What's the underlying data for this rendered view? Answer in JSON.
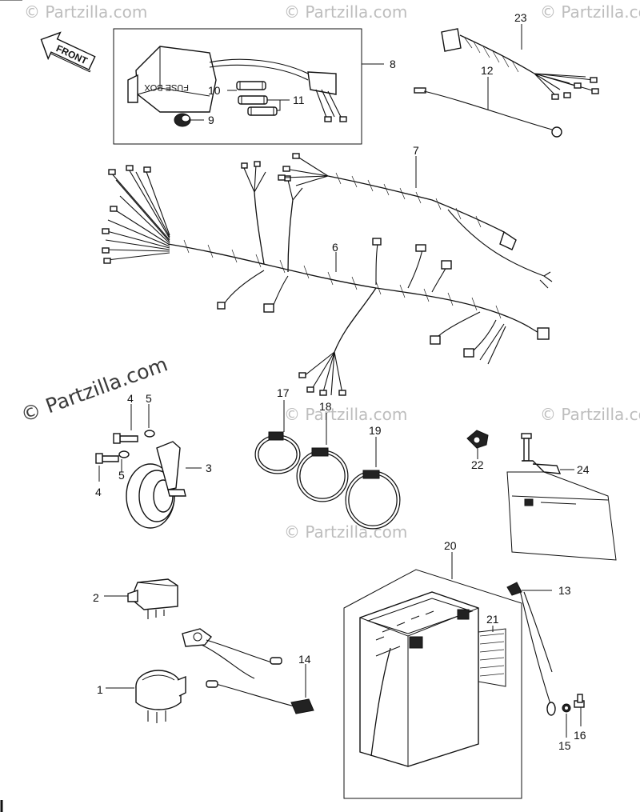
{
  "watermarks": {
    "main": "© Partzilla.com",
    "faint": "© Partzilla.com"
  },
  "front_arrow_label": "FRONT",
  "fuse_box_label": "FUSE BOX",
  "callouts": {
    "c1": "1",
    "c2": "2",
    "c3": "3",
    "c4a": "4",
    "c4b": "4",
    "c5a": "5",
    "c5b": "5",
    "c6": "6",
    "c7": "7",
    "c8": "8",
    "c9": "9",
    "c10": "10",
    "c11": "11",
    "c12": "12",
    "c13": "13",
    "c14": "14",
    "c15": "15",
    "c16": "16",
    "c17": "17",
    "c18": "18",
    "c19": "19",
    "c20": "20",
    "c21": "21",
    "c22": "22",
    "c23": "23",
    "c24": "24"
  }
}
